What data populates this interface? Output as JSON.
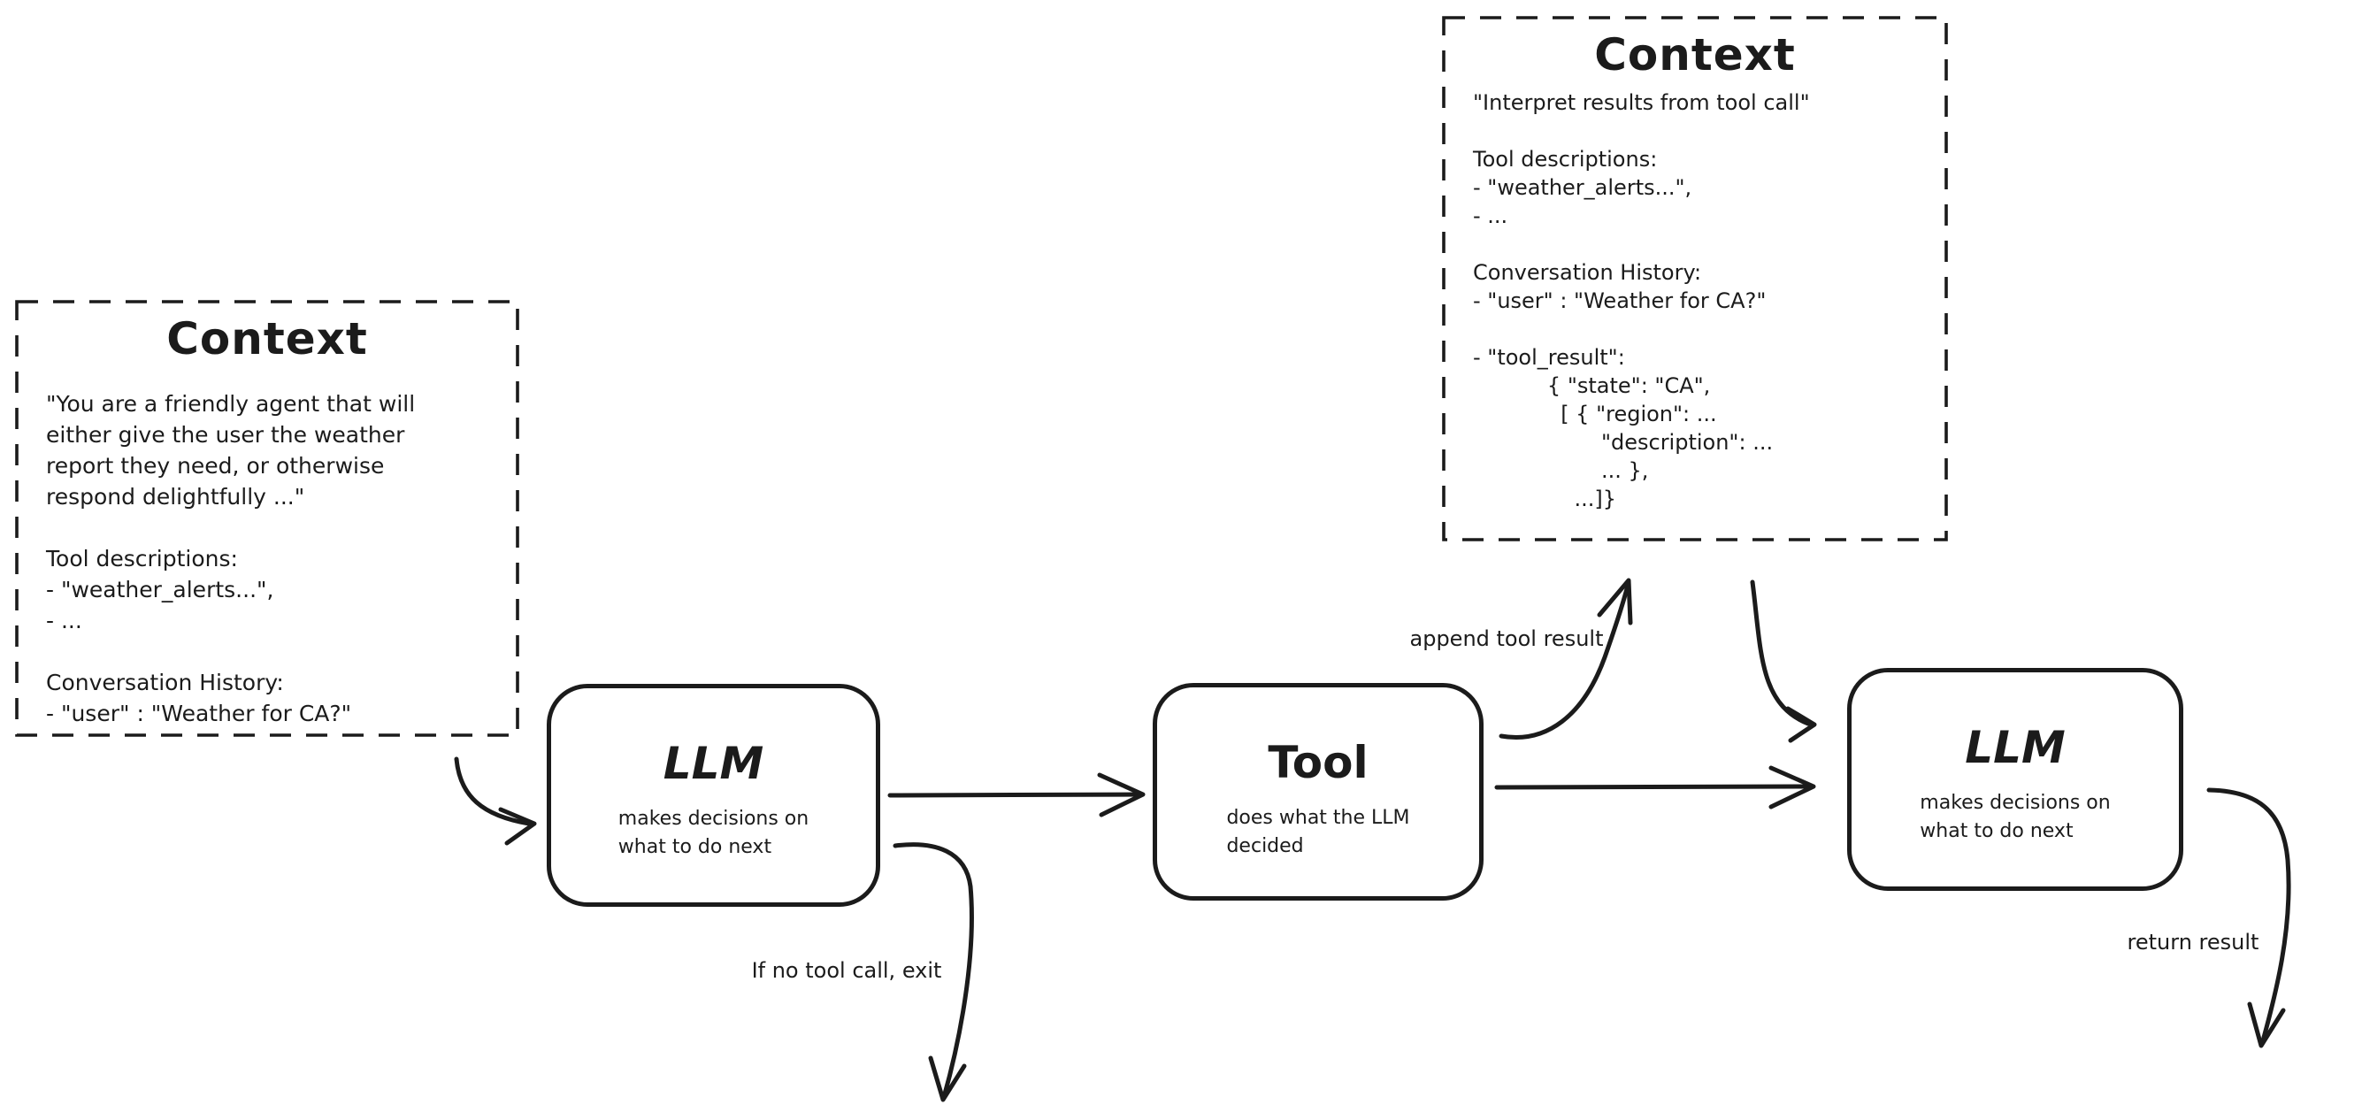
{
  "diagram": {
    "background": "#ffffff",
    "stroke_color": "#1b1b1b",
    "style": "hand-drawn sketch"
  },
  "context_left": {
    "title": "Context",
    "body": "\"You are a friendly agent that will\neither give the user the weather\nreport they need, or otherwise\nrespond delightfully ...\"\n\nTool descriptions:\n- \"weather_alerts...\",\n- ...\n\nConversation History:\n- \"user\" : \"Weather for CA?\""
  },
  "context_right": {
    "title": "Context",
    "body": "\"Interpret results from tool call\"\n\nTool descriptions:\n- \"weather_alerts...\",\n- ...\n\nConversation History:\n- \"user\" : \"Weather for CA?\"\n\n- \"tool_result\":\n           { \"state\": \"CA\",\n             [ { \"region\": ...\n                   \"description\": ...\n                   ... },\n               ...]}"
  },
  "nodes": {
    "llm1": {
      "title": "LLM",
      "subtitle": "makes decisions on\nwhat to do next"
    },
    "tool": {
      "title": "Tool",
      "subtitle": "does what the LLM\ndecided"
    },
    "llm2": {
      "title": "LLM",
      "subtitle": "makes decisions on\nwhat to do next"
    }
  },
  "edges": [
    {
      "from": "context-left",
      "to": "llm-1",
      "label": ""
    },
    {
      "from": "llm-1",
      "to": "tool",
      "label": ""
    },
    {
      "from": "tool",
      "to": "llm-2",
      "label": ""
    },
    {
      "from": "tool",
      "to": "context-right",
      "label": "append tool result"
    },
    {
      "from": "context-right",
      "to": "llm-2",
      "label": ""
    },
    {
      "from": "llm-1",
      "to": "exit",
      "label": "If no tool call, exit"
    },
    {
      "from": "llm-2",
      "to": "exit",
      "label": "return result"
    }
  ]
}
